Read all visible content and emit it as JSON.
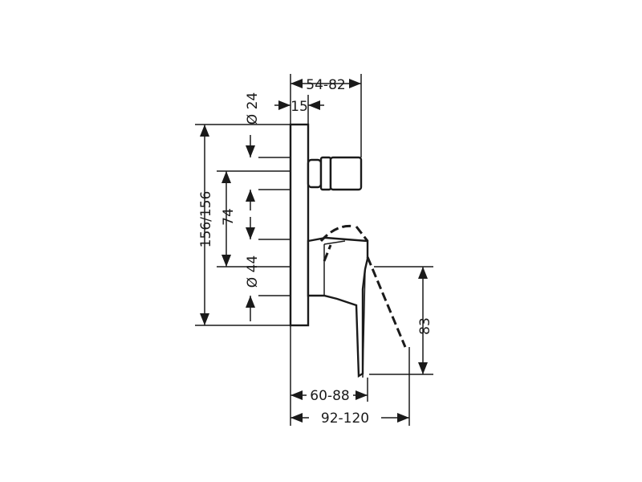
{
  "dimensions": {
    "top_projection": "54-82",
    "top_thread_depth": "15",
    "top_diameter": "Ø 24",
    "overall_height": "156/156",
    "spacing": "74",
    "lower_diameter": "Ø 44",
    "lever_height": "83",
    "handle_projection": "60-88",
    "lever_projection": "92-120"
  }
}
